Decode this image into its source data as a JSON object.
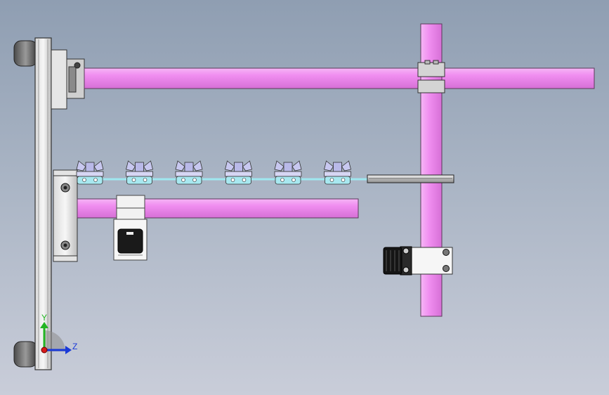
{
  "viewport": {
    "colors": {
      "background_top": "#8f9eb2",
      "background_bottom": "#c9cdd9",
      "tube": "#f08ef0",
      "tube_edge": "#5a3a5a",
      "wire": "#b8f0f0",
      "clamp": "#c8c8f0",
      "bracket": "#f4f4f4"
    }
  },
  "triad": {
    "y_label": "Y",
    "z_label": "Z",
    "colors": {
      "y": "#22b422",
      "z": "#1a3ad8",
      "x": "#d81a1a"
    }
  },
  "model": {
    "clips": {
      "count": 6
    }
  }
}
